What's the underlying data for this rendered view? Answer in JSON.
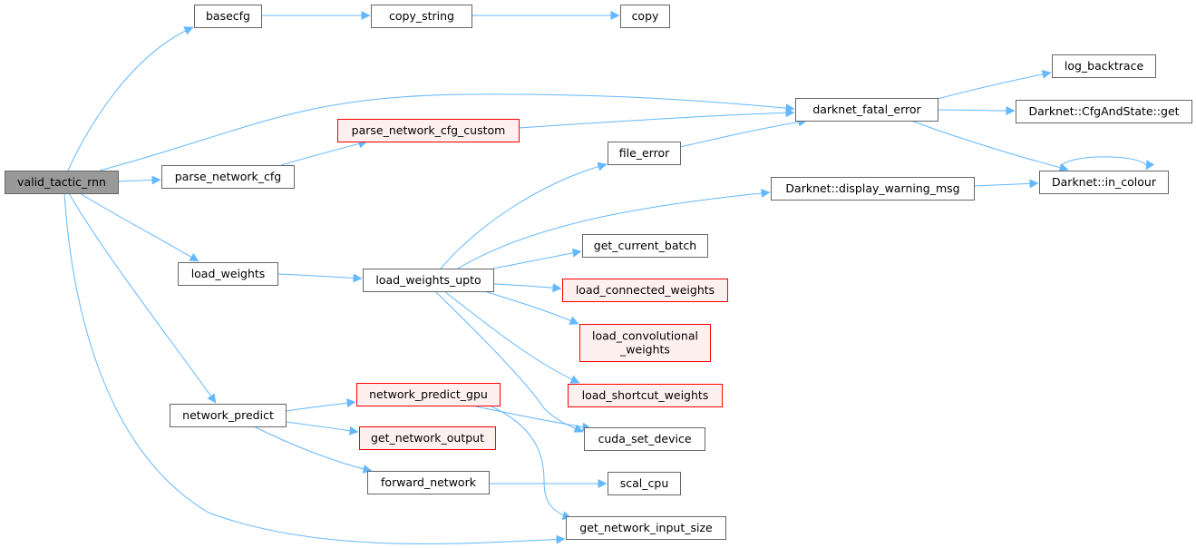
{
  "colors": {
    "edge": "#63b8ff",
    "node_fill": "#ffffff",
    "node_border": "#666666",
    "root_fill": "#999999",
    "root_border": "#666666",
    "truncated_fill": "#fff0f0",
    "truncated_border": "#ff0000"
  },
  "nodes": [
    {
      "id": "valid_tactic_rnn",
      "lines": [
        "valid_tactic_rnn"
      ],
      "style": "root"
    },
    {
      "id": "basecfg",
      "lines": [
        "basecfg"
      ],
      "style": "normal"
    },
    {
      "id": "copy_string",
      "lines": [
        "copy_string"
      ],
      "style": "normal"
    },
    {
      "id": "copy",
      "lines": [
        "copy"
      ],
      "style": "normal"
    },
    {
      "id": "parse_network_cfg",
      "lines": [
        "parse_network_cfg"
      ],
      "style": "normal"
    },
    {
      "id": "parse_network_cfg_custom",
      "lines": [
        "parse_network_cfg_custom"
      ],
      "style": "truncated"
    },
    {
      "id": "darknet_fatal_error",
      "lines": [
        "darknet_fatal_error"
      ],
      "style": "normal"
    },
    {
      "id": "log_backtrace",
      "lines": [
        "log_backtrace"
      ],
      "style": "normal"
    },
    {
      "id": "cfg_get",
      "lines": [
        "Darknet::CfgAndState::get"
      ],
      "style": "normal"
    },
    {
      "id": "in_colour",
      "lines": [
        "Darknet::in_colour"
      ],
      "style": "normal"
    },
    {
      "id": "file_error",
      "lines": [
        "file_error"
      ],
      "style": "normal"
    },
    {
      "id": "display_warning_msg",
      "lines": [
        "Darknet::display_warning_msg"
      ],
      "style": "normal"
    },
    {
      "id": "load_weights",
      "lines": [
        "load_weights"
      ],
      "style": "normal"
    },
    {
      "id": "load_weights_upto",
      "lines": [
        "load_weights_upto"
      ],
      "style": "normal"
    },
    {
      "id": "get_current_batch",
      "lines": [
        "get_current_batch"
      ],
      "style": "normal"
    },
    {
      "id": "load_connected_weights",
      "lines": [
        "load_connected_weights"
      ],
      "style": "truncated"
    },
    {
      "id": "load_convolutional_weights",
      "lines": [
        "load_convolutional",
        "_weights"
      ],
      "style": "truncated"
    },
    {
      "id": "load_shortcut_weights",
      "lines": [
        "load_shortcut_weights"
      ],
      "style": "truncated"
    },
    {
      "id": "network_predict",
      "lines": [
        "network_predict"
      ],
      "style": "normal"
    },
    {
      "id": "network_predict_gpu",
      "lines": [
        "network_predict_gpu"
      ],
      "style": "truncated"
    },
    {
      "id": "get_network_output",
      "lines": [
        "get_network_output"
      ],
      "style": "truncated"
    },
    {
      "id": "forward_network",
      "lines": [
        "forward_network"
      ],
      "style": "normal"
    },
    {
      "id": "cuda_set_device",
      "lines": [
        "cuda_set_device"
      ],
      "style": "normal"
    },
    {
      "id": "scal_cpu",
      "lines": [
        "scal_cpu"
      ],
      "style": "normal"
    },
    {
      "id": "get_network_input_size",
      "lines": [
        "get_network_input_size"
      ],
      "style": "normal"
    }
  ],
  "edges": [
    {
      "from": "valid_tactic_rnn",
      "to": "basecfg"
    },
    {
      "from": "valid_tactic_rnn",
      "to": "darknet_fatal_error"
    },
    {
      "from": "valid_tactic_rnn",
      "to": "parse_network_cfg"
    },
    {
      "from": "valid_tactic_rnn",
      "to": "load_weights"
    },
    {
      "from": "valid_tactic_rnn",
      "to": "network_predict"
    },
    {
      "from": "valid_tactic_rnn",
      "to": "get_network_input_size"
    },
    {
      "from": "basecfg",
      "to": "copy_string"
    },
    {
      "from": "copy_string",
      "to": "copy"
    },
    {
      "from": "parse_network_cfg",
      "to": "parse_network_cfg_custom"
    },
    {
      "from": "parse_network_cfg_custom",
      "to": "darknet_fatal_error"
    },
    {
      "from": "darknet_fatal_error",
      "to": "log_backtrace"
    },
    {
      "from": "darknet_fatal_error",
      "to": "cfg_get"
    },
    {
      "from": "darknet_fatal_error",
      "to": "in_colour"
    },
    {
      "from": "in_colour",
      "to": "in_colour"
    },
    {
      "from": "file_error",
      "to": "darknet_fatal_error"
    },
    {
      "from": "display_warning_msg",
      "to": "in_colour"
    },
    {
      "from": "load_weights",
      "to": "load_weights_upto"
    },
    {
      "from": "load_weights_upto",
      "to": "file_error"
    },
    {
      "from": "load_weights_upto",
      "to": "display_warning_msg"
    },
    {
      "from": "load_weights_upto",
      "to": "get_current_batch"
    },
    {
      "from": "load_weights_upto",
      "to": "load_connected_weights"
    },
    {
      "from": "load_weights_upto",
      "to": "load_convolutional_weights"
    },
    {
      "from": "load_weights_upto",
      "to": "load_shortcut_weights"
    },
    {
      "from": "load_weights_upto",
      "to": "cuda_set_device"
    },
    {
      "from": "network_predict",
      "to": "network_predict_gpu"
    },
    {
      "from": "network_predict",
      "to": "get_network_output"
    },
    {
      "from": "network_predict",
      "to": "forward_network"
    },
    {
      "from": "network_predict_gpu",
      "to": "cuda_set_device"
    },
    {
      "from": "network_predict_gpu",
      "to": "get_network_input_size"
    },
    {
      "from": "forward_network",
      "to": "scal_cpu"
    }
  ]
}
